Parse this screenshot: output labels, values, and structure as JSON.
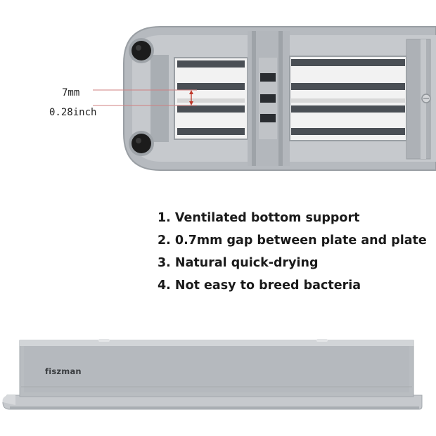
{
  "measurement": {
    "mm_label": "7mm",
    "inch_label": "0.28inch"
  },
  "features": [
    "1.  Ventilated bottom support",
    "2. 0.7mm gap between plate and plate",
    "3. Natural quick-drying",
    "4. Not easy to breed bacteria"
  ],
  "brand": "fiszman",
  "colors": {
    "plastic": "#b9bdc1",
    "plastic_light": "#d2d5d8",
    "plastic_dark": "#8f9499",
    "steel": "#4a4f55",
    "white_gap": "#f0f0f0"
  }
}
